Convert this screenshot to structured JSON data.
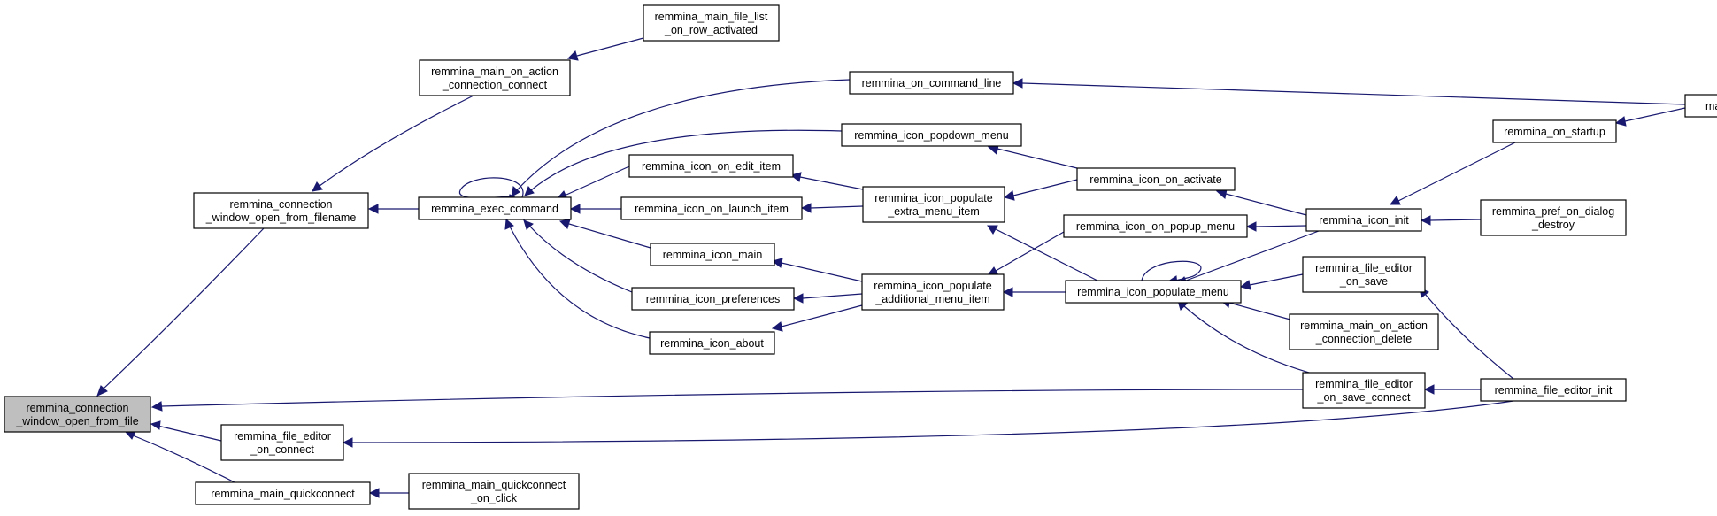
{
  "arrow_color": "#191970",
  "root_fill": "#bfbfbf",
  "nodes": {
    "root": [
      "remmina_connection",
      "_window_open_from_file"
    ],
    "cwoff": [
      "remmina_connection",
      "_window_open_from_filename"
    ],
    "fe_on_connect": [
      "remmina_file_editor",
      "_on_connect"
    ],
    "main_quickconnect": [
      "remmina_main_quickconnect"
    ],
    "main_on_action_cc": [
      "remmina_main_on_action",
      "_connection_connect"
    ],
    "exec_command": [
      "remmina_exec_command"
    ],
    "mqc_on_click": [
      "remmina_main_quickconnect",
      "_on_click"
    ],
    "file_list_row": [
      "remmina_main_file_list",
      "_on_row_activated"
    ],
    "on_command_line": [
      "remmina_on_command_line"
    ],
    "popdown_menu": [
      "remmina_icon_popdown_menu"
    ],
    "on_edit_item": [
      "remmina_icon_on_edit_item"
    ],
    "on_launch_item": [
      "remmina_icon_on_launch_item"
    ],
    "icon_main": [
      "remmina_icon_main"
    ],
    "icon_preferences": [
      "remmina_icon_preferences"
    ],
    "icon_about": [
      "remmina_icon_about"
    ],
    "populate_extra": [
      "remmina_icon_populate",
      "_extra_menu_item"
    ],
    "populate_additional": [
      "remmina_icon_populate",
      "_additional_menu_item"
    ],
    "on_activate": [
      "remmina_icon_on_activate"
    ],
    "on_popup_menu": [
      "remmina_icon_on_popup_menu"
    ],
    "populate_menu": [
      "remmina_icon_populate_menu"
    ],
    "icon_init": [
      "remmina_icon_init"
    ],
    "fe_on_save": [
      "remmina_file_editor",
      "_on_save"
    ],
    "main_on_action_cd": [
      "remmina_main_on_action",
      "_connection_delete"
    ],
    "fe_on_save_connect": [
      "remmina_file_editor",
      "_on_save_connect"
    ],
    "on_startup": [
      "remmina_on_startup"
    ],
    "pref_on_dialog_destroy": [
      "remmina_pref_on_dialog",
      "_destroy"
    ],
    "fe_init": [
      "remmina_file_editor_init"
    ],
    "main": [
      "main"
    ]
  }
}
